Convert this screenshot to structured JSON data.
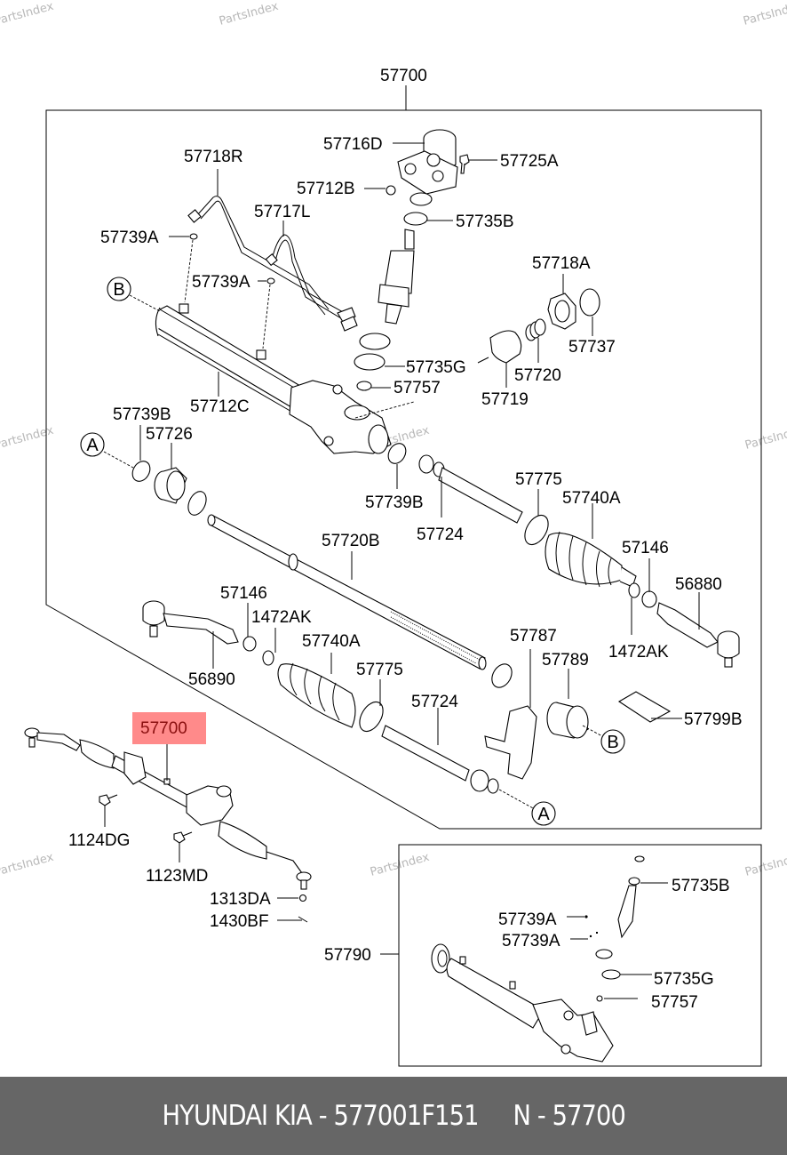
{
  "watermark": "PartsIndex",
  "diagram": {
    "title_part": "57700",
    "highlighted_part": "57700",
    "highlight_color": "#ff8a8a",
    "reference_markers": [
      "A",
      "B"
    ],
    "labels": {
      "p57700_top": "57700",
      "p57716D": "57716D",
      "p57725A": "57725A",
      "p57718R": "57718R",
      "p57712B": "57712B",
      "p57717L": "57717L",
      "p57735B": "57735B",
      "p57739A_1": "57739A",
      "p57739A_2": "57739A",
      "p57718A": "57718A",
      "p57737": "57737",
      "p57735G": "57735G",
      "p57720": "57720",
      "p57719": "57719",
      "p57712C": "57712C",
      "p57757": "57757",
      "p57739B_1": "57739B",
      "p57726": "57726",
      "p57739B_2": "57739B",
      "p57724_1": "57724",
      "p57775_1": "57775",
      "p57740A_1": "57740A",
      "p57146_1": "57146",
      "p56880": "56880",
      "p1472AK_1": "1472AK",
      "p57720B": "57720B",
      "p57146_2": "57146",
      "p1472AK_2": "1472AK",
      "p57740A_2": "57740A",
      "p56890": "56890",
      "p57775_2": "57775",
      "p57724_2": "57724",
      "p57787": "57787",
      "p57789": "57789",
      "p57799B": "57799B",
      "p1124DG": "1124DG",
      "p1123MD": "1123MD",
      "p1313DA": "1313DA",
      "p1430BF": "1430BF",
      "p57790": "57790",
      "inset_57735B": "57735B",
      "inset_57739A_1": "57739A",
      "inset_57739A_2": "57739A",
      "inset_57735G": "57735G",
      "inset_57757": "57757"
    }
  },
  "footer": {
    "text": "HYUNDAI KIA - 577001F151     N - 57700"
  }
}
